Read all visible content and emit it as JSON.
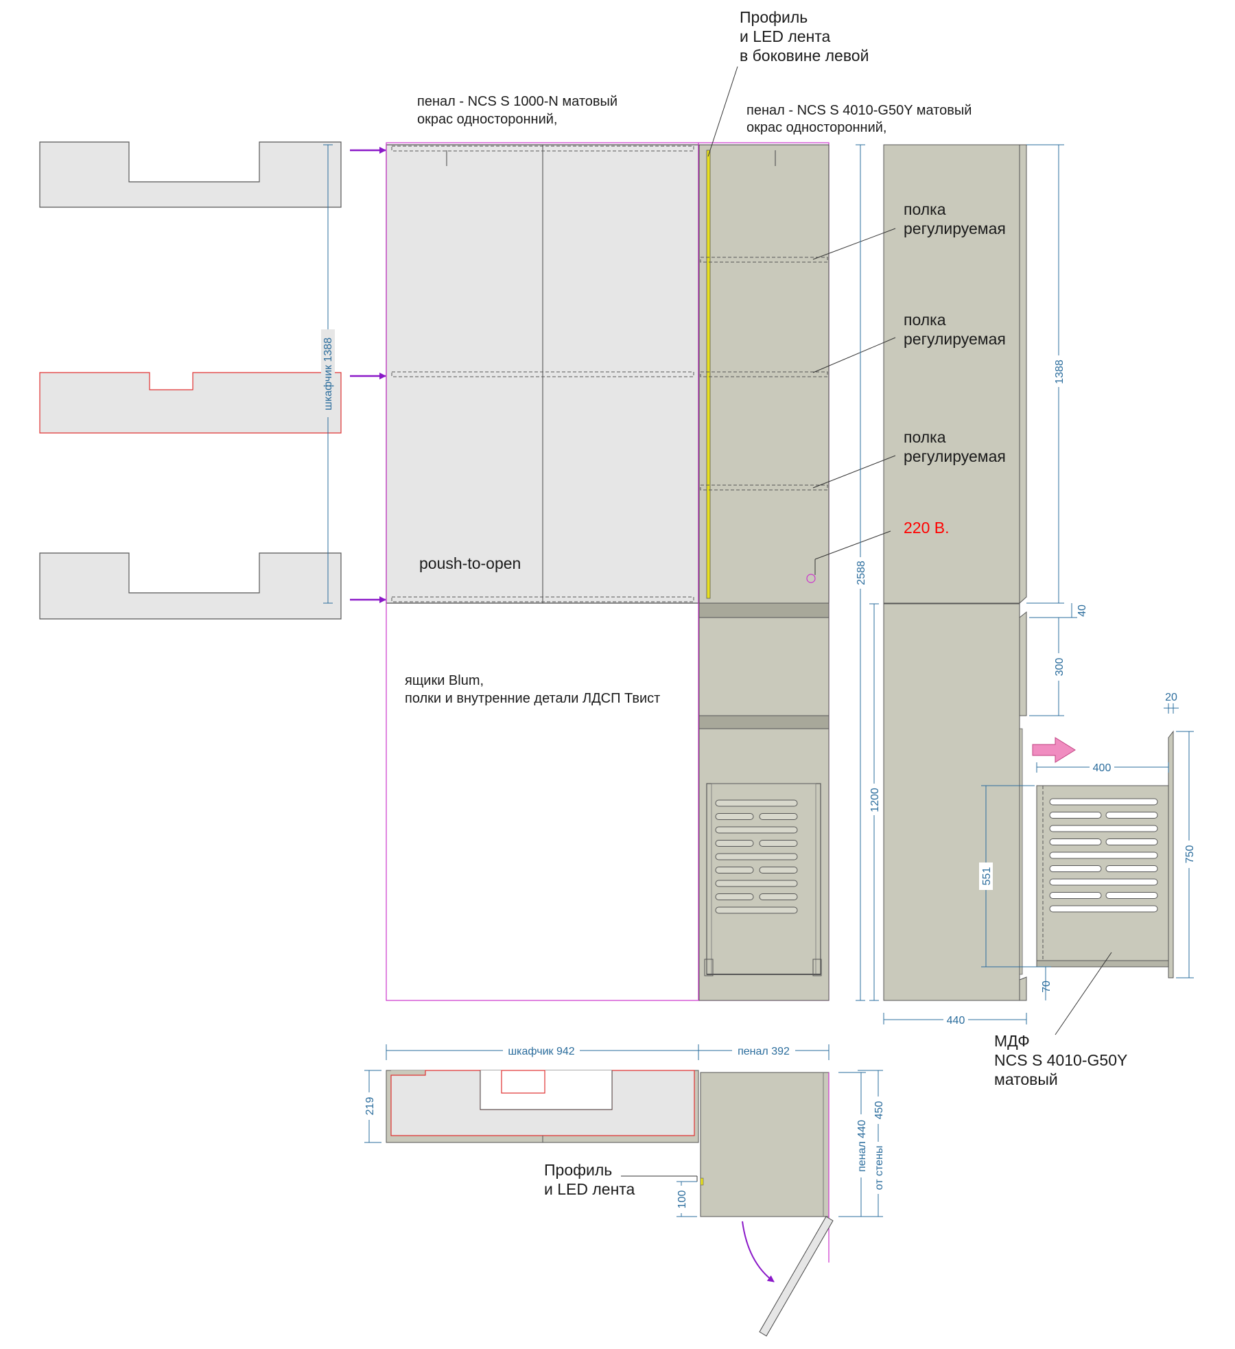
{
  "labels": {
    "profile_led_left_side": [
      "Профиль",
      "и LED лента",
      "в боковине левой"
    ],
    "penal_left_paint": [
      "пенал - NCS S 1000-N матовый",
      "окрас односторонний,"
    ],
    "penal_right_paint": [
      "пенал - NCS S 4010-G50Y матовый",
      "окрас односторонний,"
    ],
    "shelf_1": [
      "полка",
      "регулируемая"
    ],
    "shelf_2": [
      "полка",
      "регулируемая"
    ],
    "shelf_3": [
      "полка",
      "регулируемая"
    ],
    "voltage": "220 В.",
    "push_to_open": "poush-to-open",
    "drawers_note": [
      "ящики Blum,",
      "полки и внутренние детали ЛДСП Твист"
    ],
    "mdf_note": [
      "МДФ",
      "NCS S 4010-G50Y",
      "матовый"
    ],
    "profile_led_plan": [
      "Профиль",
      "и LED лента"
    ]
  },
  "dimensions": {
    "cabinet_height": "шкафчик 1388",
    "total_height": "2588",
    "lower_height": "1200",
    "side_upper": "1388",
    "side_gap": "40",
    "side_drawer": "300",
    "side_depth": "440",
    "side_bottom": "70",
    "drawer_front_thickness": "20",
    "drawer_depth": "400",
    "drawer_height": "750",
    "drawer_inner": "551",
    "plan_cabinet_width": "шкафчик 942",
    "plan_penal_width": "пенал 392",
    "plan_cabinet_depth": "219",
    "plan_penal_depth": "пенал 440",
    "plan_wall_distance": [
      "450",
      "от стены"
    ],
    "plan_profile_offset": "100"
  },
  "colors": {
    "light_panel": "#e6e6e6",
    "olive_panel": "#c9c9bb",
    "magenta_outline": "#cc33cc",
    "arrow_purple": "#8a18c8",
    "red_outline": "#e03030",
    "dim_blue": "#2a6c9c",
    "led_yellow": "#e8e020",
    "pull_arrow_pink": "#f08cc0",
    "voltage_red": "#ff0000"
  }
}
